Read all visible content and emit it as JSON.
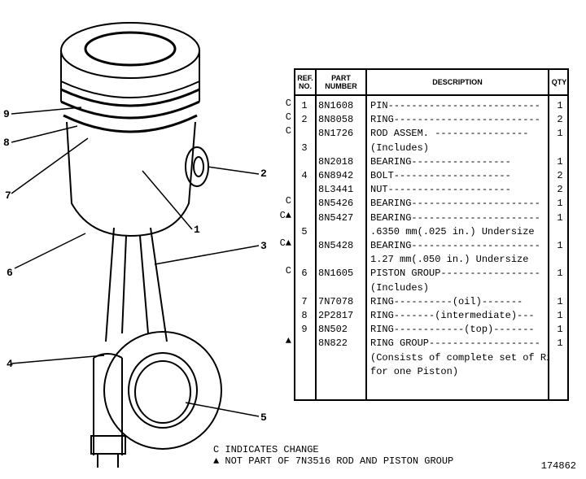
{
  "table": {
    "headers": {
      "ref": "REF. NO.",
      "part": "PART NUMBER",
      "desc": "DESCRIPTION",
      "qty": "QTY"
    },
    "rows": [
      {
        "mark": "C",
        "ref": "1",
        "part": "8N1608",
        "desc": "PIN--------------------------",
        "qty": "1"
      },
      {
        "mark": "C",
        "ref": "2",
        "part": "8N8058",
        "desc": "RING-------------------------",
        "qty": "2"
      },
      {
        "mark": "C",
        "ref": "",
        "part": "8N1726",
        "desc": "ROD ASSEM. ----------------",
        "qty": "1"
      },
      {
        "mark": "",
        "ref": "3",
        "part": "",
        "desc": "    (Includes)",
        "qty": ""
      },
      {
        "mark": "",
        "ref": "",
        "part": "8N2018",
        "desc": "    BEARING-----------------",
        "qty": "1"
      },
      {
        "mark": "",
        "ref": "4",
        "part": "6N8942",
        "desc": "    BOLT--------------------",
        "qty": "2"
      },
      {
        "mark": "",
        "ref": "",
        "part": "8L3441",
        "desc": "    NUT---------------------",
        "qty": "2"
      },
      {
        "mark": "C",
        "ref": "",
        "part": "8N5426",
        "desc": "BEARING----------------------",
        "qty": "1"
      },
      {
        "mark": "C▲",
        "ref": "",
        "part": "8N5427",
        "desc": "BEARING----------------------",
        "qty": "1"
      },
      {
        "mark": "",
        "ref": "5",
        "part": "",
        "desc": "  .6350 mm(.025 in.) Undersize",
        "qty": ""
      },
      {
        "mark": "C▲",
        "ref": "",
        "part": "8N5428",
        "desc": "BEARING----------------------",
        "qty": "1"
      },
      {
        "mark": "",
        "ref": "",
        "part": "",
        "desc": "  1.27 mm(.050 in.) Undersize",
        "qty": ""
      },
      {
        "mark": "C",
        "ref": "6",
        "part": "8N1605",
        "desc": "PISTON GROUP-----------------",
        "qty": "1"
      },
      {
        "mark": "",
        "ref": "",
        "part": "",
        "desc": "    (Includes)",
        "qty": ""
      },
      {
        "mark": "",
        "ref": "7",
        "part": "7N7078",
        "desc": "    RING----------(oil)-------",
        "qty": "1"
      },
      {
        "mark": "",
        "ref": "8",
        "part": "2P2817",
        "desc": "    RING-------(intermediate)---",
        "qty": "1"
      },
      {
        "mark": "",
        "ref": "9",
        "part": "8N502",
        "desc": "    RING------------(top)-------",
        "qty": "1"
      },
      {
        "mark": "▲",
        "ref": "",
        "part": "8N822",
        "desc": "RING GROUP-------------------",
        "qty": "1"
      },
      {
        "mark": "",
        "ref": "",
        "part": "",
        "desc": "(Consists of complete set of Rings",
        "qty": ""
      },
      {
        "mark": "",
        "ref": "",
        "part": "",
        "desc": "                for one Piston)",
        "qty": ""
      }
    ]
  },
  "callouts": [
    "1",
    "2",
    "3",
    "4",
    "5",
    "6",
    "7",
    "8",
    "9"
  ],
  "notes": {
    "line1": "C INDICATES CHANGE",
    "line2": "▲ NOT PART OF 7N3516 ROD AND PISTON GROUP"
  },
  "doc_number": "174862"
}
